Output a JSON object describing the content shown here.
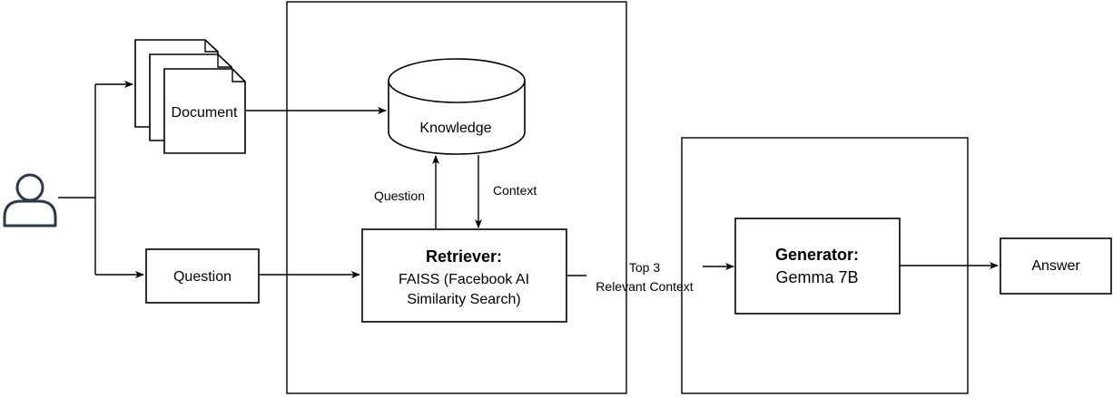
{
  "user": {
    "icon": "user-icon"
  },
  "document": {
    "label": "Document",
    "icon": "multi-document-icon"
  },
  "question_input": {
    "label": "Question"
  },
  "knowledge": {
    "label": "Knowledge",
    "icon": "database-cylinder-icon"
  },
  "retriever": {
    "title": "Retriever:",
    "line1": "FAISS (Facebook AI",
    "line2": "Similarity Search)"
  },
  "edges": {
    "question_label": "Question",
    "context_label": "Context",
    "top3_line1": "Top 3",
    "top3_line2": "Relevant Context"
  },
  "generator": {
    "title": "Generator:",
    "model": "Gemma 7B"
  },
  "answer": {
    "label": "Answer"
  }
}
